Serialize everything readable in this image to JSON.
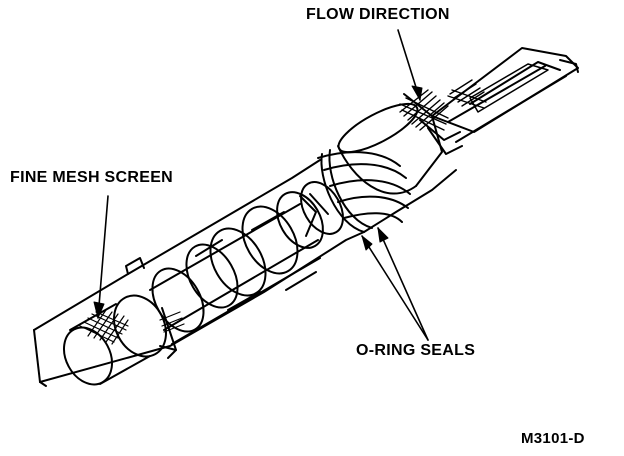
{
  "labels": {
    "flow_direction": "FLOW DIRECTION",
    "fine_mesh_screen": "FINE MESH SCREEN",
    "o_ring_seals": "O-RING SEALS",
    "figure_id": "M3101-D"
  },
  "colors": {
    "ink": "#000000",
    "paper": "#ffffff"
  }
}
